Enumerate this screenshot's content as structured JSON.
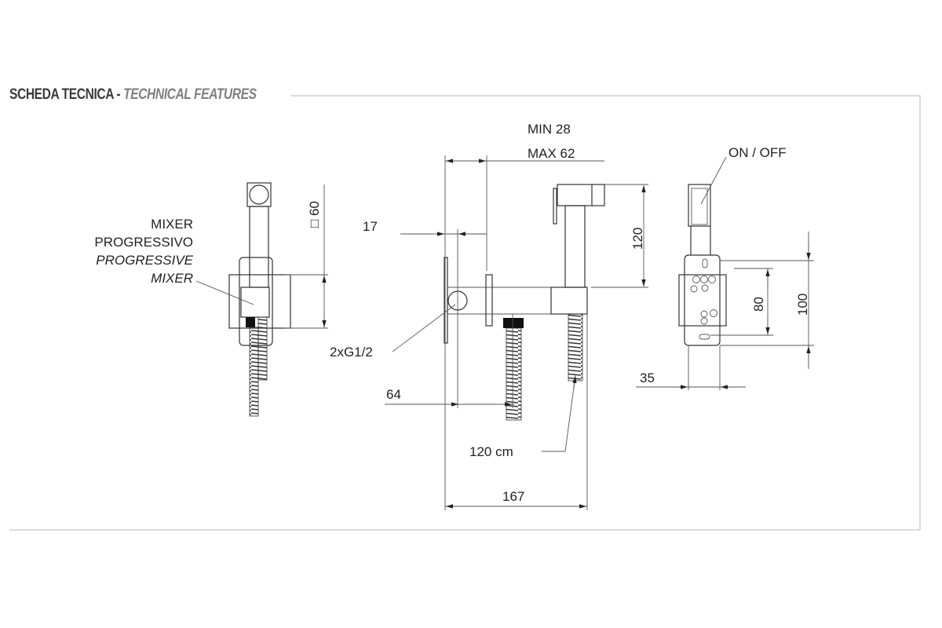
{
  "header": {
    "title_it": "SCHEDA TECNICA",
    "separator": " - ",
    "title_en": "TECHNICAL FEATURES"
  },
  "labels": {
    "mixer_l1": "MIXER",
    "mixer_l2": "PROGRESSIVO",
    "mixer_l3": "PROGRESSIVE",
    "mixer_l4": "MIXER",
    "square60": "□ 60",
    "min": "MIN 28",
    "max": "MAX 62",
    "d17": "17",
    "d120": "120",
    "thread": "2xG1/2",
    "d64": "64",
    "hose": "120 cm",
    "d167": "167",
    "onoff": "ON / OFF",
    "d100": "100",
    "d80": "80",
    "d35": "35"
  }
}
